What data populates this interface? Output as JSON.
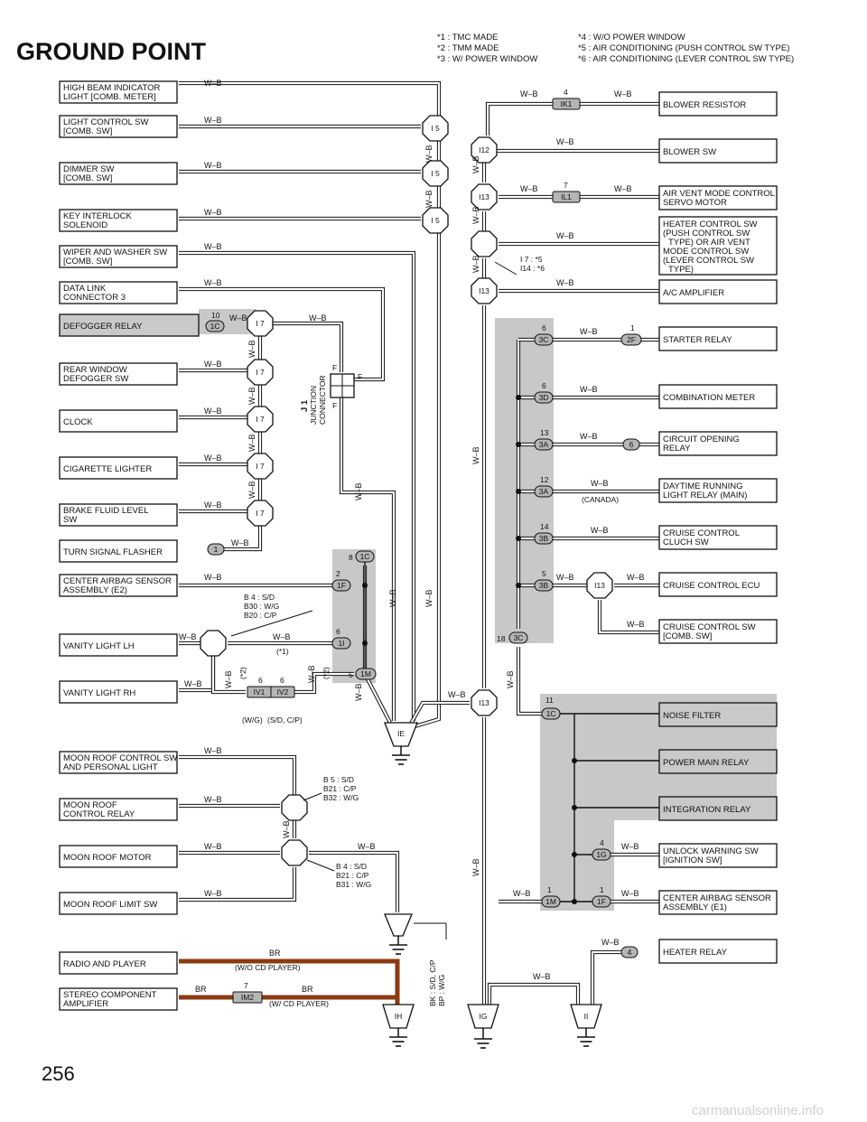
{
  "header": {
    "title": "GROUND POINT",
    "notes": [
      "*1 : TMC MADE",
      "*2 : TMM MADE",
      "*3 : W/ POWER WINDOW",
      "*4 : W/O POWER WINDOW",
      "*5 : AIR CONDITIONING (PUSH CONTROL SW TYPE)",
      "*6 : AIR CONDITIONING (LEVER CONTROL SW TYPE)"
    ]
  },
  "page_number": "256",
  "watermark": "carmanualsonline.info",
  "left_components": [
    {
      "l1": "HIGH BEAM INDICATOR",
      "l2": "LIGHT [COMB.  METER]"
    },
    {
      "l1": "LIGHT CONTROL SW",
      "l2": "[COMB.  SW]"
    },
    {
      "l1": "DIMMER SW",
      "l2": "[COMB.  SW]"
    },
    {
      "l1": "KEY INTERLOCK",
      "l2": "SOLENOID"
    },
    {
      "l1": "WIPER AND WASHER SW",
      "l2": "[COMB.  SW]"
    },
    {
      "l1": "DATA LINK",
      "l2": "CONNECTOR 3"
    },
    {
      "l1": "DEFOGGER RELAY",
      "l2": ""
    },
    {
      "l1": "REAR WINDOW",
      "l2": "DEFOGGER SW"
    },
    {
      "l1": "CLOCK",
      "l2": ""
    },
    {
      "l1": "CIGARETTE LIGHTER",
      "l2": ""
    },
    {
      "l1": "BRAKE FLUID LEVEL",
      "l2": "SW"
    },
    {
      "l1": "TURN SIGNAL FLASHER",
      "l2": ""
    },
    {
      "l1": "CENTER AIRBAG SENSOR",
      "l2": "ASSEMBLY (E2)"
    },
    {
      "l1": "VANITY LIGHT LH",
      "l2": ""
    },
    {
      "l1": "VANITY LIGHT RH",
      "l2": ""
    },
    {
      "l1": "MOON ROOF CONTROL SW",
      "l2": "AND PERSONAL LIGHT"
    },
    {
      "l1": "MOON ROOF",
      "l2": "CONTROL RELAY"
    },
    {
      "l1": "MOON ROOF MOTOR",
      "l2": ""
    },
    {
      "l1": "MOON ROOF LIMIT SW",
      "l2": ""
    },
    {
      "l1": "RADIO AND PLAYER",
      "l2": ""
    },
    {
      "l1": "STEREO COMPONENT",
      "l2": "AMPLIFIER"
    }
  ],
  "right_components": [
    {
      "l1": "BLOWER RESISTOR",
      "l2": "",
      "l3": "",
      "l4": "",
      "l5": "",
      "l6": ""
    },
    {
      "l1": "BLOWER SW",
      "l2": "",
      "l3": "",
      "l4": "",
      "l5": "",
      "l6": ""
    },
    {
      "l1": "AIR VENT MODE CONTROL",
      "l2": "SERVO MOTOR",
      "l3": "",
      "l4": "",
      "l5": "",
      "l6": ""
    },
    {
      "l1": "HEATER CONTROL SW",
      "l2": "(PUSH CONTROL SW",
      "l3": "TYPE) OR AIR VENT",
      "l4": "MODE CONTROL SW",
      "l5": "(LEVER CONTROL SW",
      "l6": "TYPE)"
    },
    {
      "l1": "A/C AMPLIFIER",
      "l2": "",
      "l3": "",
      "l4": "",
      "l5": "",
      "l6": ""
    },
    {
      "l1": "STARTER RELAY",
      "l2": "",
      "l3": "",
      "l4": "",
      "l5": "",
      "l6": ""
    },
    {
      "l1": "COMBINATION METER",
      "l2": "",
      "l3": "",
      "l4": "",
      "l5": "",
      "l6": ""
    },
    {
      "l1": "CIRCUIT OPENING",
      "l2": "RELAY",
      "l3": "",
      "l4": "",
      "l5": "",
      "l6": ""
    },
    {
      "l1": "DAYTIME RUNNING",
      "l2": "LIGHT RELAY (MAIN)",
      "l3": "",
      "l4": "",
      "l5": "",
      "l6": ""
    },
    {
      "l1": "CRUISE CONTROL",
      "l2": "CLUCH SW",
      "l3": "",
      "l4": "",
      "l5": "",
      "l6": ""
    },
    {
      "l1": "CRUISE CONTROL ECU",
      "l2": "",
      "l3": "",
      "l4": "",
      "l5": "",
      "l6": ""
    },
    {
      "l1": "CRUISE CONTROL SW",
      "l2": "[COMB.  SW]",
      "l3": "",
      "l4": "",
      "l5": "",
      "l6": ""
    },
    {
      "l1": "NOISE FILTER",
      "l2": "",
      "l3": "",
      "l4": "",
      "l5": "",
      "l6": ""
    },
    {
      "l1": "POWER MAIN RELAY",
      "l2": "",
      "l3": "",
      "l4": "",
      "l5": "",
      "l6": ""
    },
    {
      "l1": "INTEGRATION RELAY",
      "l2": "",
      "l3": "",
      "l4": "",
      "l5": "",
      "l6": ""
    },
    {
      "l1": "UNLOCK WARNING SW",
      "l2": "[IGNITION SW]",
      "l3": "",
      "l4": "",
      "l5": "",
      "l6": ""
    },
    {
      "l1": "CENTER AIRBAG SENSOR",
      "l2": "ASSEMBLY (E1)",
      "l3": "",
      "l4": "",
      "l5": "",
      "l6": ""
    },
    {
      "l1": "HEATER RELAY",
      "l2": "",
      "l3": "",
      "l4": "",
      "l5": "",
      "l6": ""
    }
  ],
  "junctions": {
    "i5": "I 5",
    "i7": "I 7",
    "i12": "I12",
    "i13": "I13",
    "ie": "IE",
    "ih": "IH",
    "ig": "IG",
    "ii": "II"
  },
  "connectors": {
    "c1c": "1C",
    "c1f": "1F",
    "c1i": "1I",
    "c1m": "1M",
    "c1": "1",
    "ik1": "IK1",
    "il1": "IL1",
    "c2f": "2F",
    "c6": "6",
    "c4": "4",
    "c3c": "3C",
    "c3d": "3D",
    "c3a": "3A",
    "c3b": "3B",
    "c1g": "1G",
    "iv1": "IV1",
    "iv2": "IV2",
    "im2": "IM2"
  },
  "pins": {
    "p10": "10",
    "p8": "8",
    "p2": "2",
    "p6": "6",
    "p5": "5",
    "p4": "4",
    "p7": "7",
    "p1": "1",
    "p13": "13",
    "p12": "12",
    "p14": "14",
    "p18": "18",
    "p11": "11"
  },
  "wire_colors": {
    "wb": "W–B",
    "br": "BR",
    "wb_hex": "#111111",
    "br_hex": "#8a3a12"
  },
  "annotations": {
    "jc_code": "J 1",
    "jc_name1": "JUNCTION",
    "jc_name2": "CONNECTOR",
    "jc_pin": "F",
    "i7_variant1": "I 7 : *5",
    "i7_variant2": "I14 : *6",
    "canada": "(CANADA)",
    "b4_1": "B 4 : S/D",
    "b4_2": "B30 : W/G",
    "b4_3": "B20 : C/P",
    "star1": "(*1)",
    "star2": "(*2)",
    "wg": "(W/G)",
    "sdcp": "(S/D, C/P)",
    "b5_1": "B 5 : S/D",
    "b5_2": "B21 : C/P",
    "b5_3": "B32 : W/G",
    "b4b_1": "B 4 : S/D",
    "b4b_2": "B21 : C/P",
    "b4b_3": "B31 : W/G",
    "wo_cd": "(W/O CD PLAYER)",
    "w_cd": "(W/ CD PLAYER)",
    "bk_1": "BK : S/D, C/P",
    "bk_2": "BP : W/G"
  }
}
